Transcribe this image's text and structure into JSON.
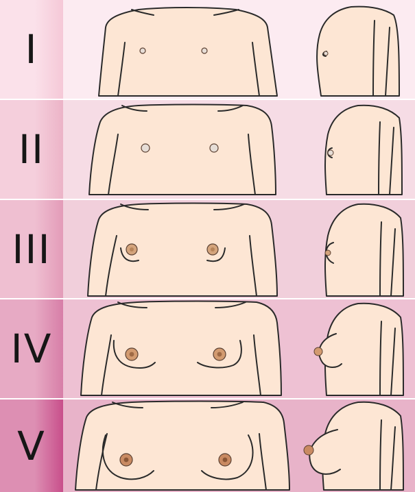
{
  "stages": [
    {
      "numeral": "I",
      "label_bg": "#fbe1ea",
      "label_bg_dark": "#f5c8d7",
      "panel_bg": "#fcebf1",
      "areola": "#e6ddd6",
      "nipple": "#e6ddd6",
      "outline": "#2a2a2a"
    },
    {
      "numeral": "II",
      "label_bg": "#f5cfdc",
      "label_bg_dark": "#ecb3c7",
      "panel_bg": "#f6dce5",
      "areola": "#e6ddd6",
      "nipple": "#e6ddd6",
      "outline": "#2a2a2a"
    },
    {
      "numeral": "III",
      "label_bg": "#efbfd1",
      "label_bg_dark": "#e39bb8",
      "panel_bg": "#f1cfdb",
      "areola": "#d4a47c",
      "nipple": "#b8855a",
      "outline": "#2a2a2a"
    },
    {
      "numeral": "IV",
      "label_bg": "#e7aac4",
      "label_bg_dark": "#d77ea7",
      "panel_bg": "#eec1d3",
      "areola": "#d39b70",
      "nipple": "#9f6a45",
      "outline": "#2a2a2a"
    },
    {
      "numeral": "V",
      "label_bg": "#dd8fb3",
      "label_bg_dark": "#c84f8b",
      "panel_bg": "#e8b3c9",
      "areola": "#c98a62",
      "nipple": "#8a5636",
      "outline": "#2a2a2a"
    }
  ],
  "colors": {
    "skin": "#fde6d4",
    "divider": "#ffffff"
  }
}
